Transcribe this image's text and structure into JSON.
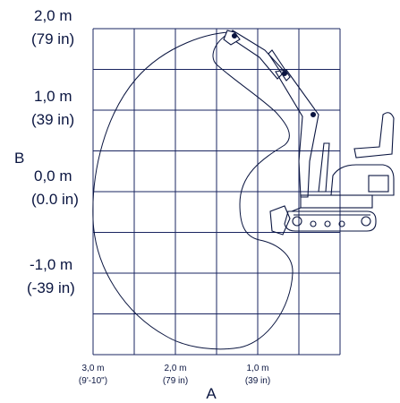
{
  "diagram": {
    "axis_a_label": "A",
    "axis_b_label": "B",
    "y_labels": [
      {
        "value": "2,0 m",
        "imperial": "(79 in)"
      },
      {
        "value": "1,0 m",
        "imperial": "(39 in)"
      },
      {
        "value": "0,0 m",
        "imperial": "(0.0 in)"
      },
      {
        "value": "-1,0 m",
        "imperial": "(-39 in)"
      }
    ],
    "x_labels": [
      {
        "value": "3,0 m",
        "imperial": "(9'-10\")"
      },
      {
        "value": "2,0 m",
        "imperial": "(79 in)"
      },
      {
        "value": "1,0 m",
        "imperial": "(39 in)"
      }
    ],
    "colors": {
      "line": "#0a1540",
      "background": "#ffffff"
    }
  }
}
